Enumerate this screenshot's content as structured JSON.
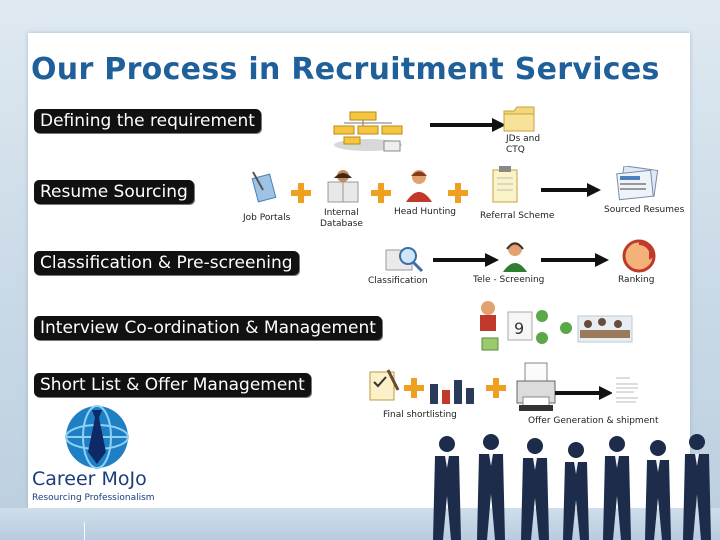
{
  "title": "Our Process in Recruitment Services",
  "stages": {
    "defining": "Defining the requirement",
    "sourcing": "Resume Sourcing",
    "classification": "Classification & Pre-screening",
    "interview": "Interview Co-ordination & Management",
    "shortlist": "Short List & Offer Management"
  },
  "labels": {
    "jds": [
      "JDs and",
      "CTQ"
    ],
    "job_portals": "Job Portals",
    "internal_db": [
      "Internal",
      "Database"
    ],
    "head_hunting": "Head Hunting",
    "referral": "Referral Scheme",
    "sourced": "Sourced Resumes",
    "classification": "Classification",
    "tele": "Tele - Screening",
    "ranking": "Ranking",
    "final": "Final shortlisting",
    "offer": "Offer Generation & shipment"
  },
  "logo": {
    "name": "Career MoJo",
    "tagline": "Resourcing Professionalism"
  },
  "colors": {
    "title": "#1f5f9a",
    "stage_bg": "#111111",
    "plus": "#f0a020",
    "logo": "#1b3d7a"
  },
  "icons": [
    "org-chart-icon",
    "folder-icon",
    "pen-icon",
    "newspaper-reader-icon",
    "headhunter-person-icon",
    "notepad-icon",
    "resume-stack-icon",
    "magnifier-document-icon",
    "headset-operator-icon",
    "ranking-icon",
    "interview-meeting-icon",
    "checklist-icon",
    "bar-chart-icon",
    "printer-icon",
    "document-icon",
    "globe-tie-icon",
    "business-people-icon"
  ]
}
